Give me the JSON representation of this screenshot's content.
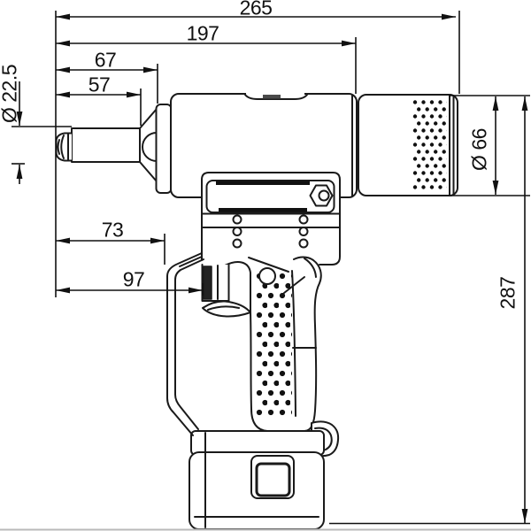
{
  "drawing": {
    "type": "technical-dimension-drawing",
    "dims": {
      "overall_length": "265",
      "housing_length": "197",
      "nose_assembly_length": "67",
      "barrel_length": "57",
      "nose_diameter": "Ø 22.5",
      "guard_offset": "73",
      "trigger_offset": "97",
      "housing_diameter": "Ø 66",
      "overall_height": "287"
    }
  }
}
